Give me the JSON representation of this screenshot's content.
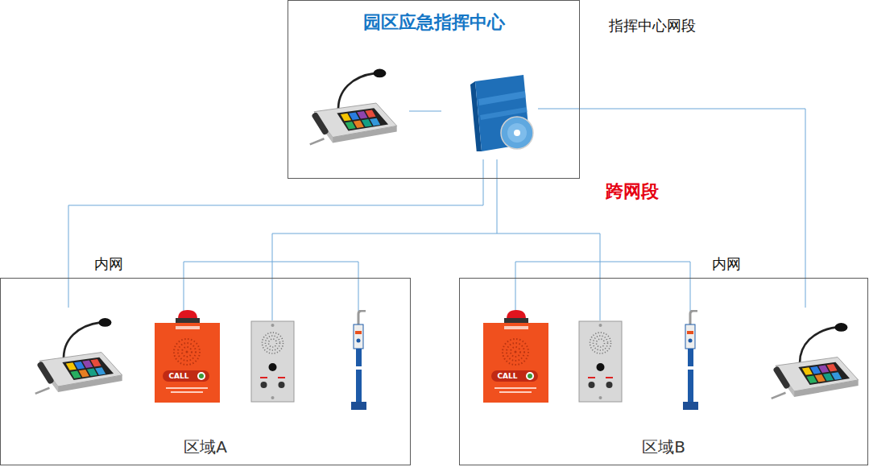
{
  "diagram": {
    "nodes": [
      {
        "text": [
          "园区应急指挥中心"
        ]
      },
      {
        "text": [
          "区域A"
        ]
      },
      {
        "text": [
          "区域B"
        ]
      }
    ],
    "edges": [
      {
        "from": 0,
        "to": 1,
        "arrow": "none"
      },
      {
        "from": 0,
        "to": 2,
        "arrow": "none"
      }
    ],
    "labels": [
      "指挥中心网段",
      "跨网段",
      "内网",
      "内网",
      "CALL",
      "CALL"
    ]
  }
}
